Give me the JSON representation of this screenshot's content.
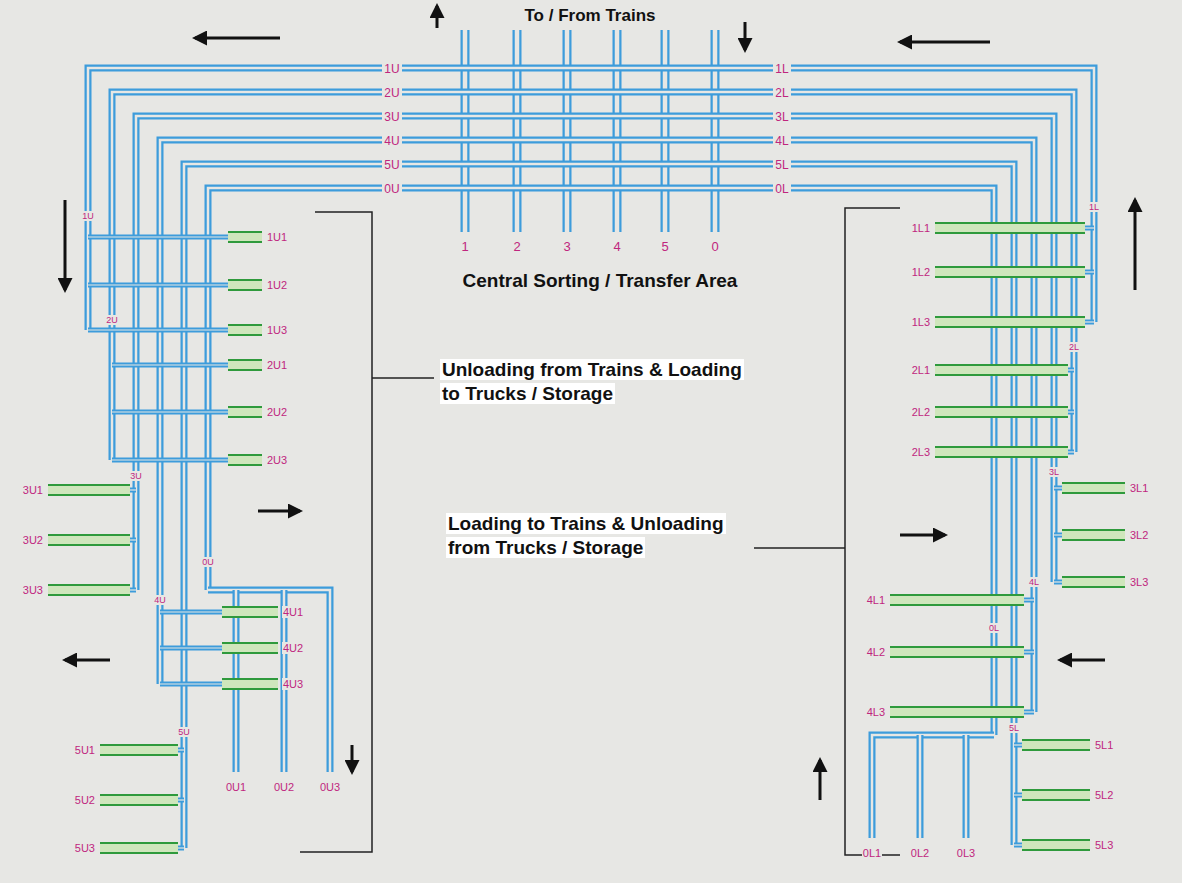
{
  "diagram": {
    "nodes": [
      {
        "text": [
          "1U1"
        ]
      },
      {
        "text": [
          "1U2"
        ]
      },
      {
        "text": [
          "1U3"
        ]
      },
      {
        "text": [
          "2U1"
        ]
      },
      {
        "text": [
          "2U2"
        ]
      },
      {
        "text": [
          "2U3"
        ]
      },
      {
        "text": [
          "3U1"
        ]
      },
      {
        "text": [
          "3U2"
        ]
      },
      {
        "text": [
          "3U3"
        ]
      },
      {
        "text": [
          "4U1"
        ]
      },
      {
        "text": [
          "4U2"
        ]
      },
      {
        "text": [
          "4U3"
        ]
      },
      {
        "text": [
          "5U1"
        ]
      },
      {
        "text": [
          "5U2"
        ]
      },
      {
        "text": [
          "5U3"
        ]
      },
      {
        "text": [
          "1L1"
        ]
      },
      {
        "text": [
          "1L2"
        ]
      },
      {
        "text": [
          "1L3"
        ]
      },
      {
        "text": [
          "2L1"
        ]
      },
      {
        "text": [
          "2L2"
        ]
      },
      {
        "text": [
          "2L3"
        ]
      },
      {
        "text": [
          "3L1"
        ]
      },
      {
        "text": [
          "3L2"
        ]
      },
      {
        "text": [
          "3L3"
        ]
      },
      {
        "text": [
          "4L1"
        ]
      },
      {
        "text": [
          "4L2"
        ]
      },
      {
        "text": [
          "4L3"
        ]
      },
      {
        "text": [
          "5L1"
        ]
      },
      {
        "text": [
          "5L2"
        ]
      },
      {
        "text": [
          "5L3"
        ]
      }
    ],
    "labels": [
      "To / From Trains",
      "1U",
      "2U",
      "3U",
      "4U",
      "5U",
      "0U",
      "1L",
      "2L",
      "3L",
      "4L",
      "5L",
      "0L",
      "1",
      "2",
      "3",
      "4",
      "5",
      "0",
      "Central Sorting / Transfer Area",
      "Unloading from Trains & Loading to Trucks / Storage",
      "Loading to Trains & Unloading from Trucks / Storage",
      "1U",
      "2U",
      "3U",
      "4U",
      "5U",
      "0U",
      "1L",
      "2L",
      "3L",
      "4L",
      "5L",
      "0L",
      "0U1",
      "0U2",
      "0U3",
      "0L1",
      "0L2",
      "0L3"
    ]
  }
}
